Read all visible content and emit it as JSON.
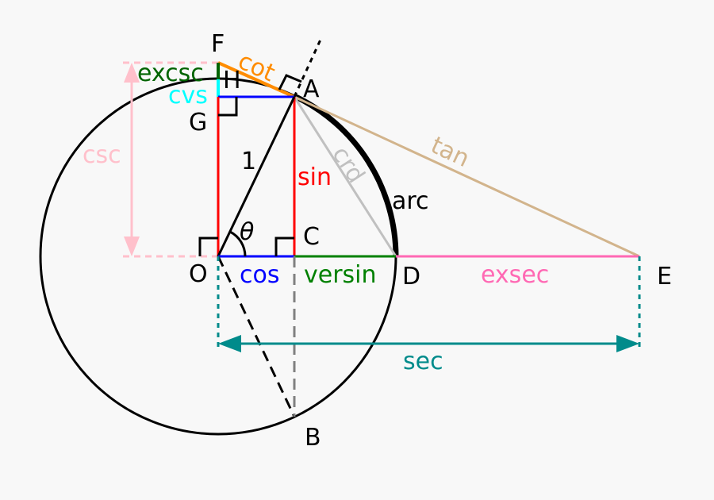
{
  "points": {
    "F": "F",
    "H": "H",
    "A": "A",
    "G": "G",
    "O": "O",
    "C": "C",
    "D": "D",
    "E": "E",
    "B": "B"
  },
  "labels": {
    "excsc": "excsc",
    "cot": "cot",
    "cvs": "cvs",
    "csc": "csc",
    "one": "1",
    "theta": "θ",
    "sin": "sin",
    "crd": "crd",
    "tan": "tan",
    "arc": "arc",
    "cos": "cos",
    "versin": "versin",
    "exsec": "exsec",
    "sec": "sec"
  },
  "colors": {
    "excsc": "#006400",
    "cot": "#ff8c00",
    "cvs": "#00ffff",
    "csc": "#ffc0cb",
    "sin": "#ff0000",
    "cos": "#0000ff",
    "versin": "#008000",
    "exsec": "#ff69b4",
    "sec": "#008b8b",
    "tan": "#d2b48c",
    "crd": "#c0c0c0"
  }
}
